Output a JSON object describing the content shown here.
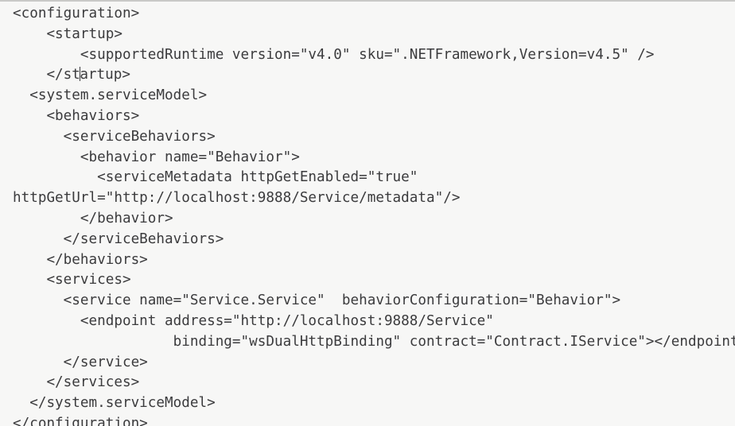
{
  "editor": {
    "background_color": "#f7f7f6",
    "text_color": "#3b3b3d",
    "caret_color": "#3b3b3d",
    "language": "xml",
    "file_kind": "app.config",
    "caret": {
      "line_index": 3,
      "after_text": "    </st",
      "before_text": "artup>"
    }
  },
  "code": {
    "lines": [
      "<configuration>",
      "    <startup>",
      "        <supportedRuntime version=\"v4.0\" sku=\".NETFramework,Version=v4.5\" />",
      "    </startup>",
      "  <system.serviceModel>",
      "    <behaviors>",
      "      <serviceBehaviors>",
      "        <behavior name=\"Behavior\">",
      "          <serviceMetadata httpGetEnabled=\"true\"",
      "httpGetUrl=\"http://localhost:9888/Service/metadata\"/>",
      "        </behavior>",
      "      </serviceBehaviors>",
      "    </behaviors>",
      "    <services>",
      "      <service name=\"Service.Service\"  behaviorConfiguration=\"Behavior\">",
      "        <endpoint address=\"http://localhost:9888/Service\"",
      "                   binding=\"wsDualHttpBinding\" contract=\"Contract.IService\"></endpoint>",
      "      </service>",
      "    </services>",
      "  </system.serviceModel>",
      "</configuration>"
    ]
  }
}
